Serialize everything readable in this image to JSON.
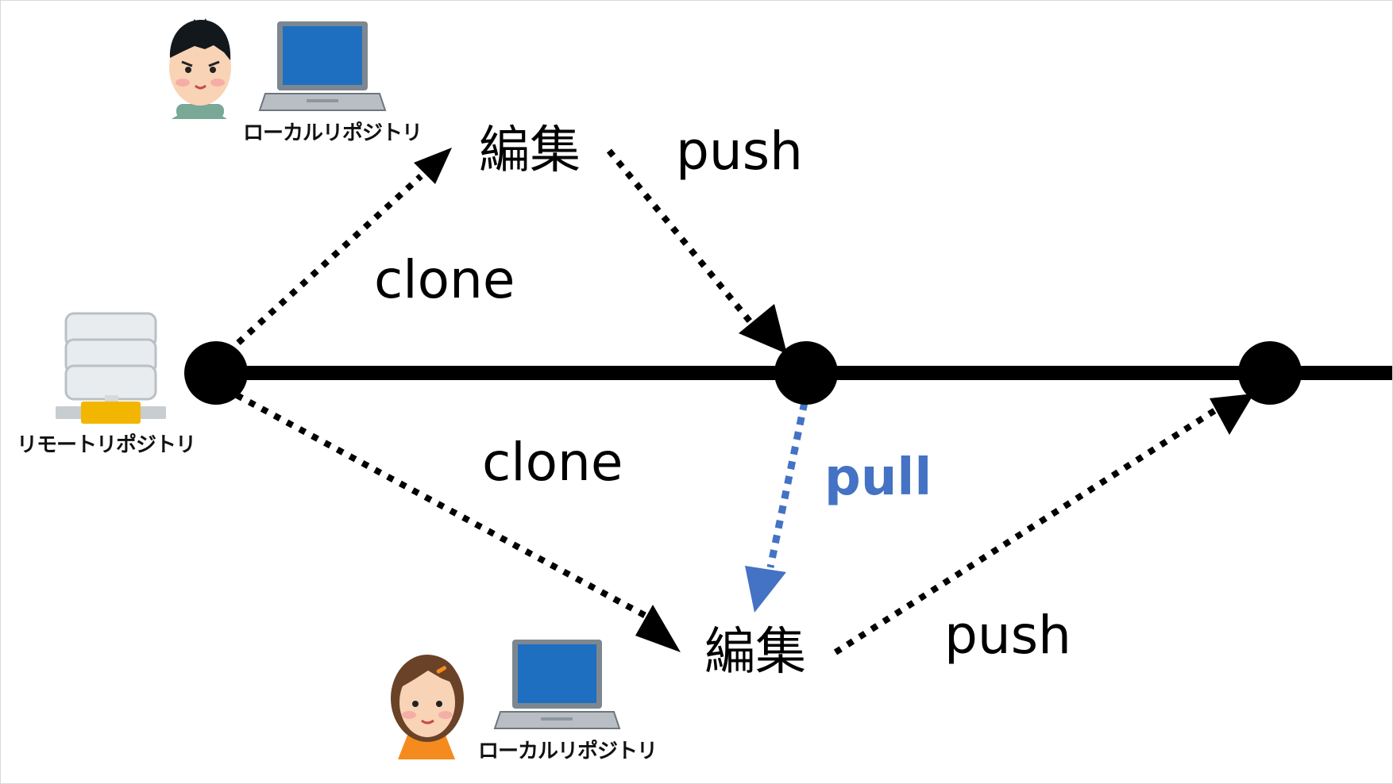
{
  "colors": {
    "arrow": "#000000",
    "pull_arrow": "#4472C4",
    "pull_text": "#4472C4",
    "laptop_screen": "#1E6FC0",
    "laptop_body": "#B8BEC4",
    "server_body": "#E8ECEF",
    "server_base": "#F3B600"
  },
  "labels": {
    "local_repo_top": "ローカルリポジトリ",
    "local_repo_bottom": "ローカルリポジトリ",
    "remote_repo": "リモートリポジトリ",
    "edit_top": "編集",
    "edit_bottom": "編集",
    "push_top": "push",
    "push_bottom": "push",
    "clone_top": "clone",
    "clone_bottom": "clone",
    "pull": "pull"
  },
  "icons": {
    "user_top": "boy-avatar-icon",
    "user_bottom": "girl-avatar-icon",
    "laptop": "laptop-icon",
    "server": "database-server-icon"
  }
}
